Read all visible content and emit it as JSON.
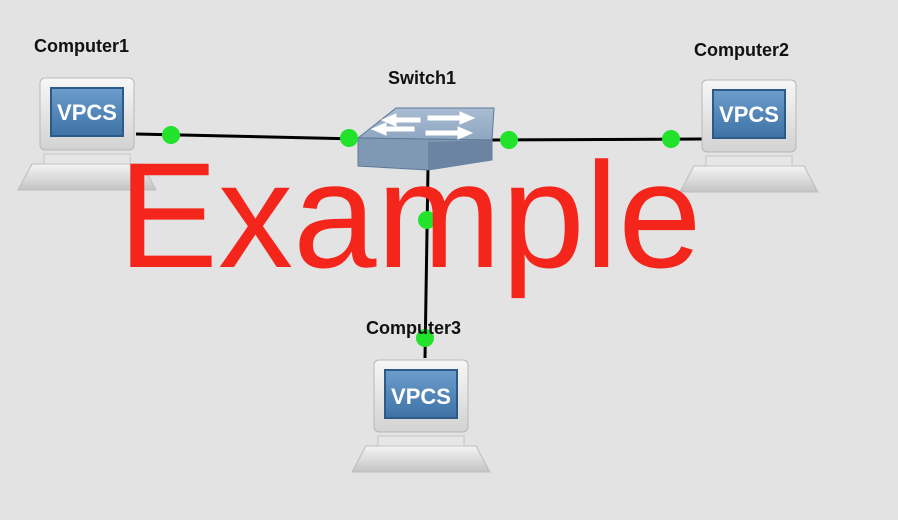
{
  "nodes": {
    "computer1": {
      "label": "Computer1",
      "screen_text": "VPCS",
      "icon": "vpcs-computer-icon"
    },
    "computer2": {
      "label": "Computer2",
      "screen_text": "VPCS",
      "icon": "vpcs-computer-icon"
    },
    "computer3": {
      "label": "Computer3",
      "screen_text": "VPCS",
      "icon": "vpcs-computer-icon"
    },
    "switch1": {
      "label": "Switch1",
      "icon": "ethernet-switch-icon"
    }
  },
  "links": [
    {
      "from": "computer1",
      "to": "switch1",
      "status": "up"
    },
    {
      "from": "switch1",
      "to": "computer2",
      "status": "up"
    },
    {
      "from": "switch1",
      "to": "computer3",
      "status": "up"
    }
  ],
  "watermark": "Example",
  "colors": {
    "background": "#e3e3e3",
    "link": "#000000",
    "port_up": "#22e22c",
    "watermark": "#f4261c",
    "screen": "#4f86b8",
    "switch_body": "#7f98b4"
  }
}
